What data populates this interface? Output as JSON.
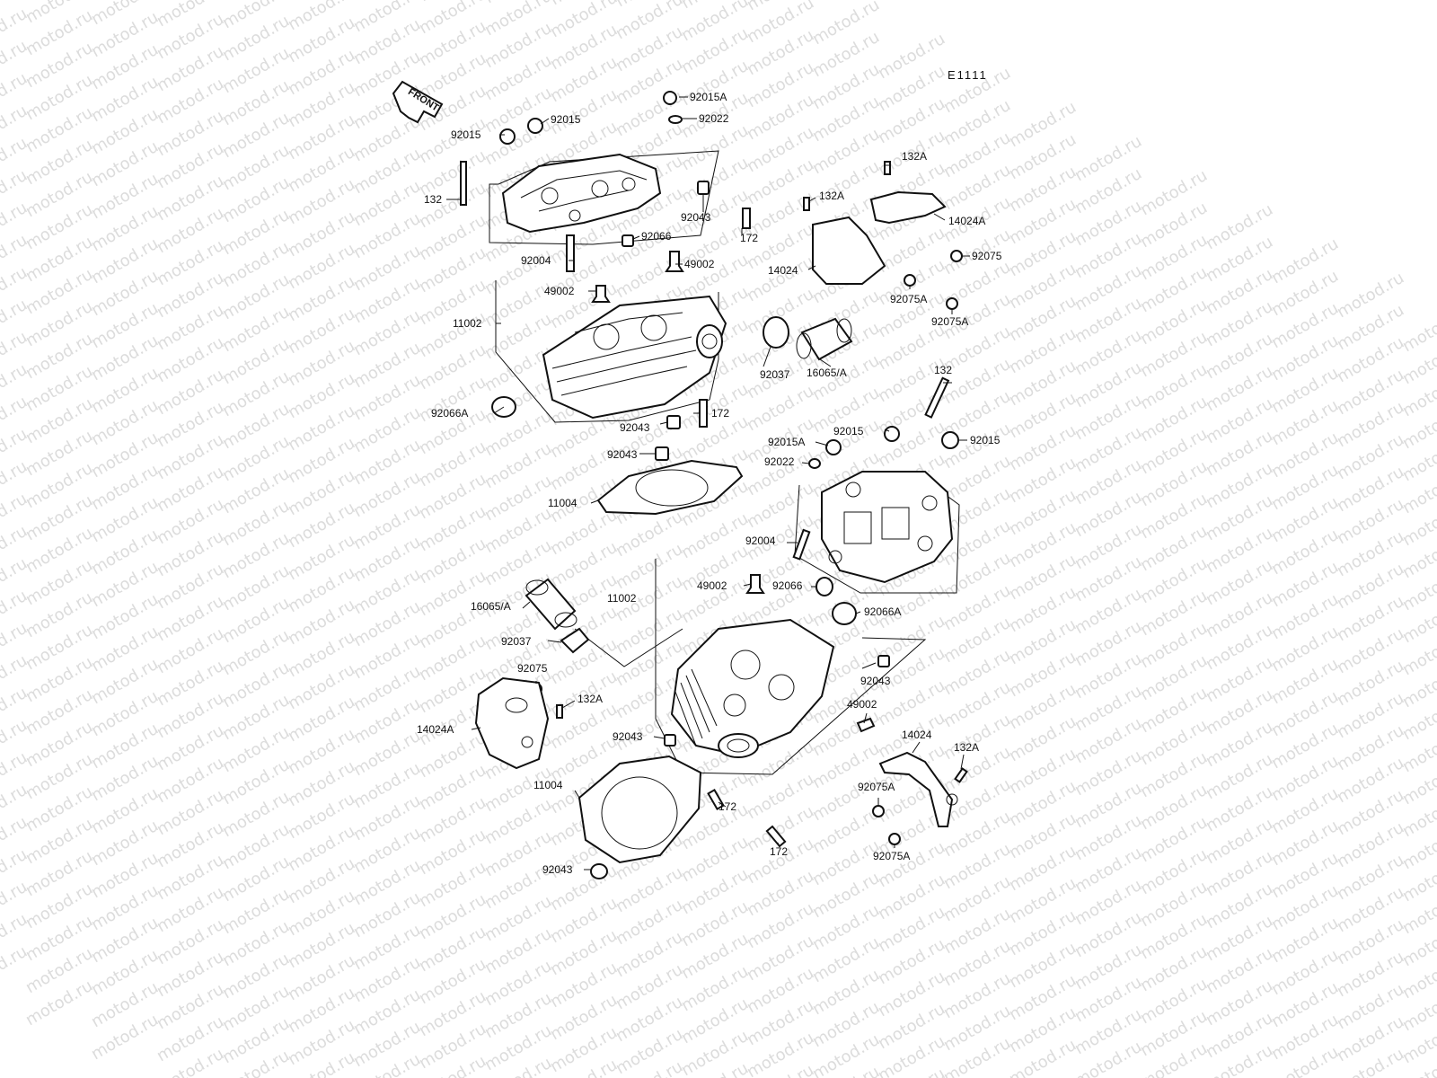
{
  "diagram_code": "E1111",
  "front_label": "FRONT",
  "watermark_text": "motod.ru",
  "labels": {
    "l92015A_top": "92015A",
    "l92022_top": "92022",
    "l92015_top": "92015",
    "l92015_left": "92015",
    "l132_top": "132",
    "l92043_top": "92043",
    "l92004_top": "92004",
    "l92066_top": "92066",
    "l172_top": "172",
    "l49002_top_r": "49002",
    "l49002_top_l": "49002",
    "l11002_top": "11002",
    "l92066A_top": "92066A",
    "l92043_mid1": "92043",
    "l172_mid": "172",
    "l92043_mid2": "92043",
    "l11004_top": "11004",
    "l132A_top1": "132A",
    "l132A_top2": "132A",
    "l14024A_top": "14024A",
    "l14024_top": "14024",
    "l92075_top": "92075",
    "l92075A_top1": "92075A",
    "l92075A_top2": "92075A",
    "l92037_top": "92037",
    "l16065A_top": "16065/A",
    "l132_rear": "132",
    "l92015A_rear": "92015A",
    "l92015_rear1": "92015",
    "l92015_rear2": "92015",
    "l92022_rear": "92022",
    "l92004_rear": "92004",
    "l49002_rear": "49002",
    "l92066_rear": "92066",
    "l11002_rear": "11002",
    "l16065A_rear": "16065/A",
    "l92066A_rear": "92066A",
    "l92037_rear": "92037",
    "l92075_rear": "92075",
    "l92043_rear1": "92043",
    "l132A_rear1": "132A",
    "l49002_rear2": "49002",
    "l14024A_rear": "14024A",
    "l92043_rear2": "92043",
    "l14024_rear": "14024",
    "l132A_rear2": "132A",
    "l11004_rear": "11004",
    "l92075A_rear1": "92075A",
    "l172_rear1": "172",
    "l172_rear2": "172",
    "l92075A_rear2": "92075A",
    "l92043_bottom": "92043"
  }
}
